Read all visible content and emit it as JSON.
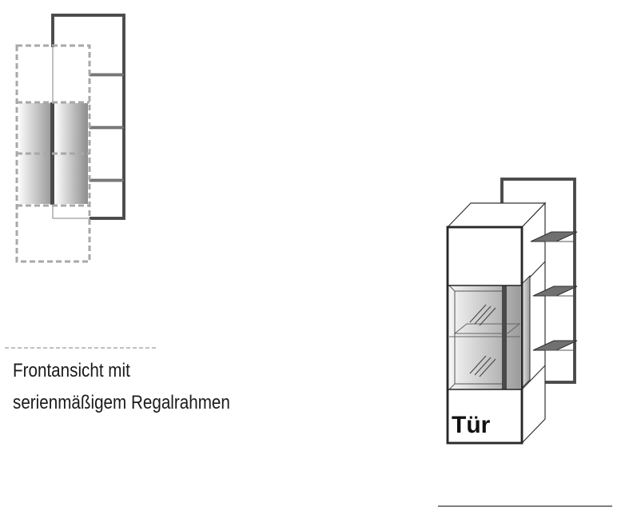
{
  "caption": {
    "line1": "Frontansicht mit",
    "line2": "serienmäßigem Regalrahmen"
  },
  "door_label": "Tür",
  "colors": {
    "frame": "#555555",
    "outline": "#333333",
    "dashed": "#aaaaaa",
    "shelf": "#707070",
    "glass_dark": "#8a8a8a",
    "glass_light": "#f2f2f2"
  }
}
